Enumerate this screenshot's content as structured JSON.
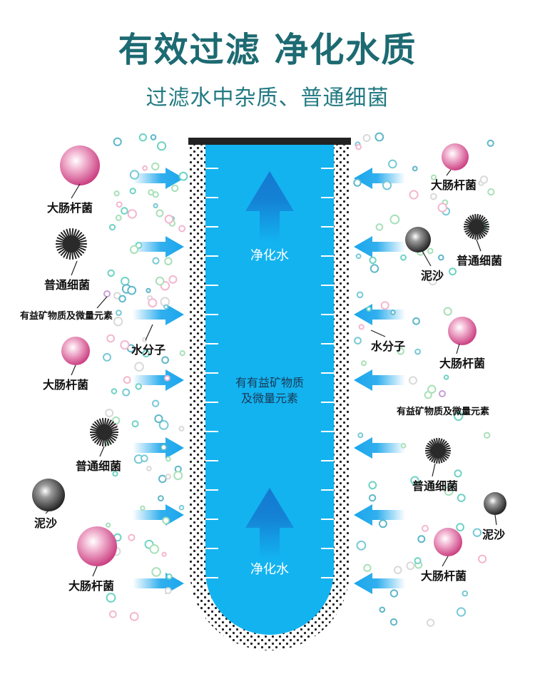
{
  "header": {
    "title": "有效过滤 净化水质",
    "subtitle": "过滤水中杂质、普通细菌"
  },
  "colors": {
    "title": "#1d6a72",
    "water": "#13b3f0",
    "arrow": "#1aa6ec",
    "cap": "#222222",
    "ecoli": "#d8498a",
    "bacteria": "#222222",
    "sand": "#333333"
  },
  "tube": {
    "top_label": "净化水",
    "mid_label_line1": "有有益矿物质",
    "mid_label_line2": "及微量元素",
    "bottom_label": "净化水"
  },
  "left_labels": [
    {
      "id": "ecoli-1",
      "text": "大肠杆菌",
      "icon": "ecoli-icon"
    },
    {
      "id": "bacteria-1",
      "text": "普通细菌",
      "icon": "bacteria-icon"
    },
    {
      "id": "mineral-1",
      "text": "有益矿物质及微量元素",
      "icon": "mineral-dot-icon"
    },
    {
      "id": "water-1",
      "text": "水分子",
      "icon": "water-molecule-icon"
    },
    {
      "id": "ecoli-2",
      "text": "大肠杆菌",
      "icon": "ecoli-icon"
    },
    {
      "id": "bacteria-2",
      "text": "普通细菌",
      "icon": "bacteria-icon"
    },
    {
      "id": "sand-1",
      "text": "泥沙",
      "icon": "sand-icon"
    },
    {
      "id": "ecoli-3",
      "text": "大肠杆菌",
      "icon": "ecoli-icon"
    }
  ],
  "right_labels": [
    {
      "id": "ecoli-4",
      "text": "大肠杆菌",
      "icon": "ecoli-icon"
    },
    {
      "id": "bacteria-3",
      "text": "普通细菌",
      "icon": "bacteria-icon"
    },
    {
      "id": "sand-2",
      "text": "泥沙",
      "icon": "sand-icon"
    },
    {
      "id": "water-2",
      "text": "水分子",
      "icon": "water-molecule-icon"
    },
    {
      "id": "ecoli-5",
      "text": "大肠杆菌",
      "icon": "ecoli-icon"
    },
    {
      "id": "mineral-2",
      "text": "有益矿物质及微量元素",
      "icon": "mineral-dot-icon"
    },
    {
      "id": "bacteria-4",
      "text": "普通细菌",
      "icon": "bacteria-icon"
    },
    {
      "id": "sand-3",
      "text": "泥沙",
      "icon": "sand-icon"
    },
    {
      "id": "ecoli-6",
      "text": "大肠杆菌",
      "icon": "ecoli-icon"
    }
  ]
}
